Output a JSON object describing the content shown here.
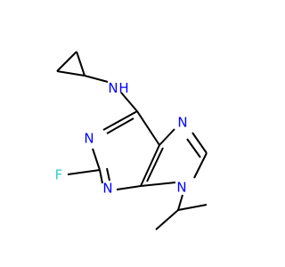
{
  "molecule": {
    "atoms": {
      "nh": {
        "label": "N",
        "sub": "H",
        "color": "#0000ff"
      },
      "n1": {
        "label": "N",
        "color": "#0000ff"
      },
      "n3": {
        "label": "N",
        "color": "#0000ff"
      },
      "n7": {
        "label": "N",
        "color": "#0000ff"
      },
      "n9": {
        "label": "N",
        "color": "#0000ff"
      },
      "f": {
        "label": "F",
        "color": "#33cccc"
      }
    },
    "bond_color": "#000000"
  }
}
